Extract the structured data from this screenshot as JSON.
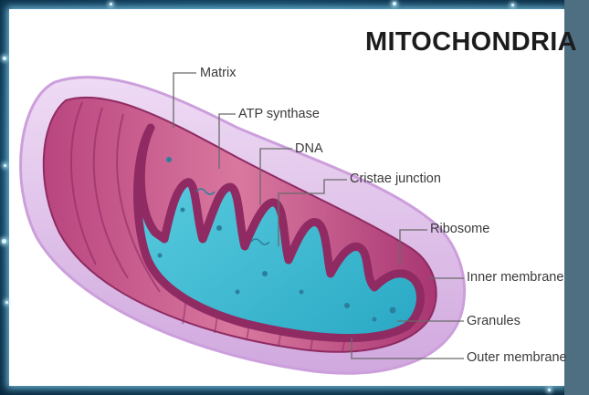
{
  "title": "MITOCHONDRIA",
  "labels": {
    "matrix": "Matrix",
    "atp_synthase": "ATP synthase",
    "dna": "DNA",
    "cristae_junction": "Cristae junction",
    "ribosome": "Ribosome",
    "inner_membrane": "Inner membrane",
    "granules": "Granules",
    "outer_membrane": "Outer membrane"
  },
  "colors": {
    "outer_membrane": "#d4a9e3",
    "inner_membrane": "#a8357a",
    "matrix": "#3dbcd3",
    "leader_line": "#6a6a6a",
    "frame_glow": "#8cdcff"
  }
}
